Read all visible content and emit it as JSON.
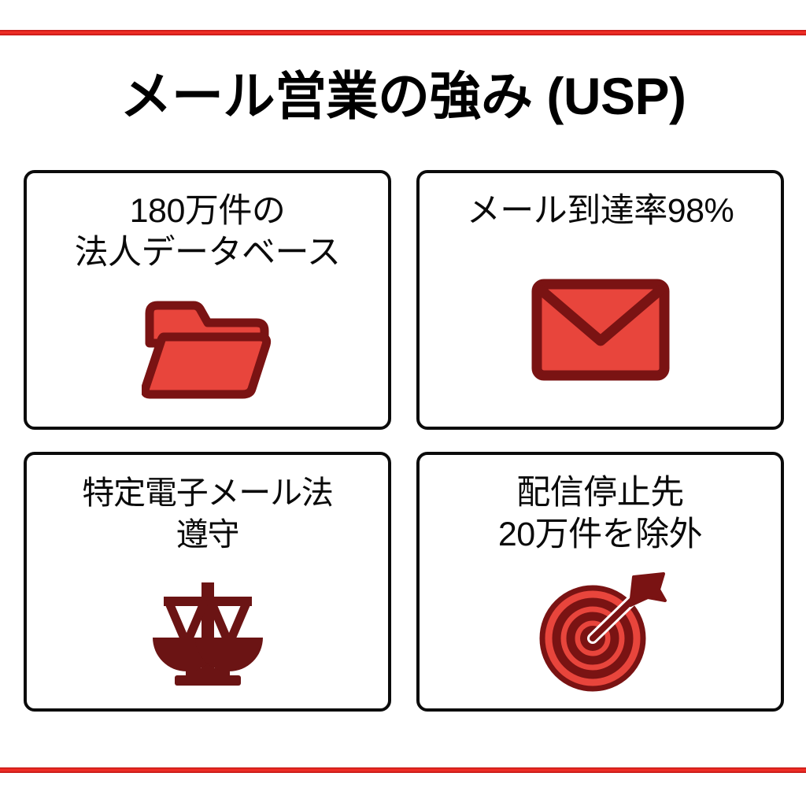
{
  "page": {
    "title": "メール営業の強み (USP)",
    "background_color": "#ffffff",
    "accent_rule_color": "#e8201c",
    "icon_fill_color": "#e8453c",
    "icon_outline_color": "#7a1313",
    "card_border_color": "#0b0b0b",
    "text_color": "#0a0a0a"
  },
  "cards": [
    {
      "id": "corporate-database",
      "line1": "180万件の",
      "line2": "法人データベース",
      "text": "180万件の\n法人データベース",
      "icon": "folder-icon",
      "metric_value": "180万",
      "metric_unit": "件"
    },
    {
      "id": "mail-delivery-rate",
      "line1": "メール到達率98%",
      "line2": "",
      "text": "メール到達率98%",
      "icon": "envelope-icon",
      "metric_value": "98",
      "metric_unit": "%"
    },
    {
      "id": "anti-spam-law-compliance",
      "line1": "特定電子メール法",
      "line2": "遵守",
      "text": "特定電子メール法\n遵守",
      "icon": "balance-scale-icon",
      "metric_value": "",
      "metric_unit": ""
    },
    {
      "id": "opt-out-exclusion",
      "line1": "配信停止先",
      "line2": "20万件を除外",
      "text": "配信停止先\n20万件を除外",
      "icon": "target-arrow-icon",
      "metric_value": "20万",
      "metric_unit": "件"
    }
  ]
}
